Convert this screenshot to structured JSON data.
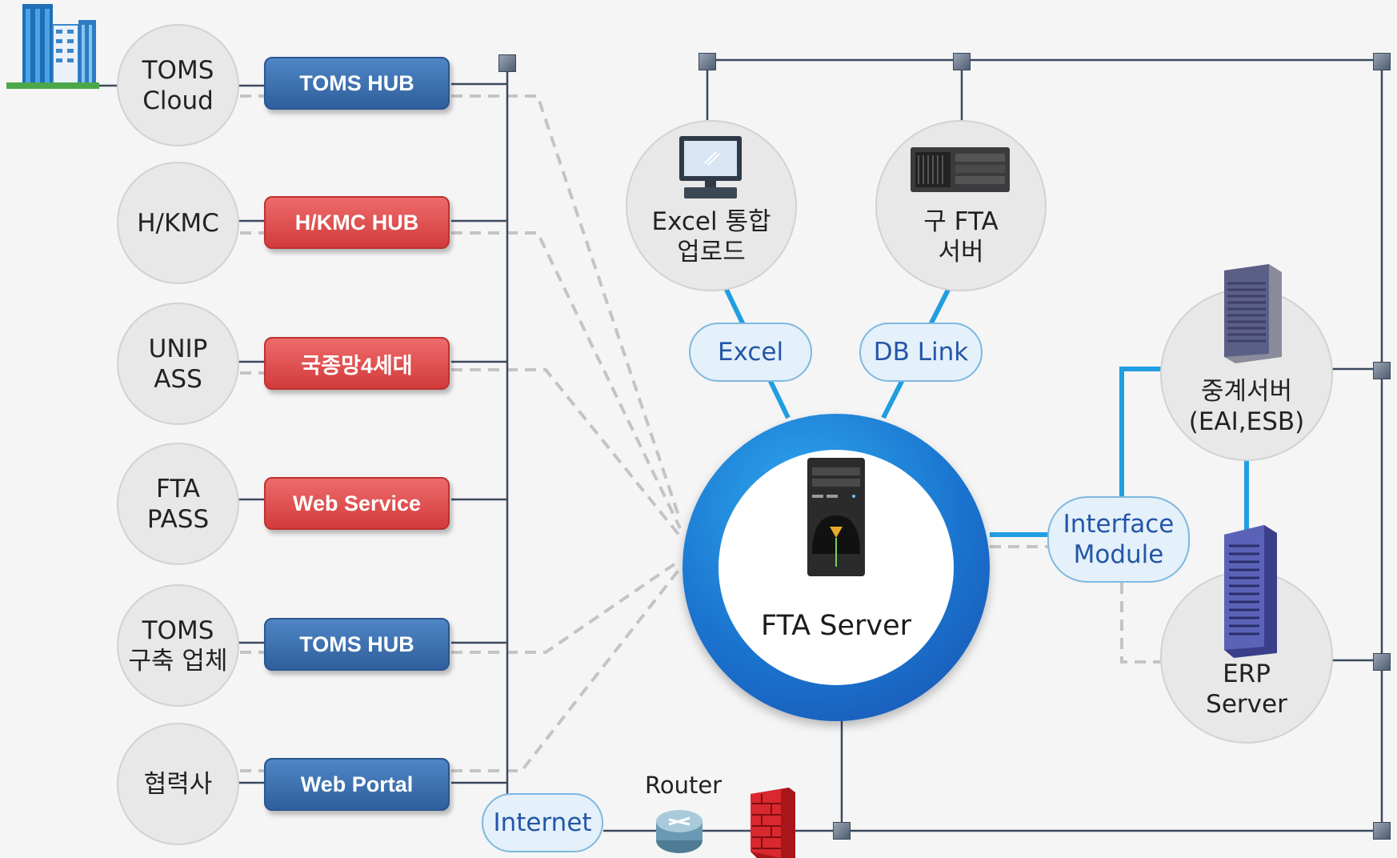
{
  "left_sources": [
    {
      "lines": [
        "TOMS",
        "Cloud"
      ],
      "hub": "TOMS HUB",
      "hub_color": "#3a6fb0"
    },
    {
      "lines": [
        "H/KMC"
      ],
      "hub": "H/KMC HUB",
      "hub_color": "#dd4848"
    },
    {
      "lines": [
        "UNIP",
        "ASS"
      ],
      "hub": "국종망4세대",
      "hub_color": "#dd4848"
    },
    {
      "lines": [
        "FTA",
        "PASS"
      ],
      "hub": "Web Service",
      "hub_color": "#dd4848"
    },
    {
      "lines": [
        "TOMS",
        "구축 업체"
      ],
      "hub": "TOMS HUB",
      "hub_color": "#3a6fb0"
    },
    {
      "lines": [
        "협력사"
      ],
      "hub": "Web Portal",
      "hub_color": "#3a6fb0"
    }
  ],
  "top_nodes": {
    "excel_upload": [
      "Excel 통합",
      "업로드"
    ],
    "old_fta_server": [
      "구 FTA",
      "서버"
    ]
  },
  "connectors": {
    "excel": "Excel",
    "db_link": "DB Link",
    "interface_module": [
      "Interface",
      "Module"
    ],
    "internet": "Internet"
  },
  "center": {
    "label": "FTA Server"
  },
  "right_nodes": {
    "relay_server": [
      "중계서버",
      "(EAI,ESB)"
    ],
    "erp_server": [
      "ERP",
      "Server"
    ]
  },
  "router_label": "Router",
  "colors": {
    "accent_blue": "#1f9ee0",
    "dark_line": "#3b4a5e",
    "dashed": "#c0c0c0"
  }
}
